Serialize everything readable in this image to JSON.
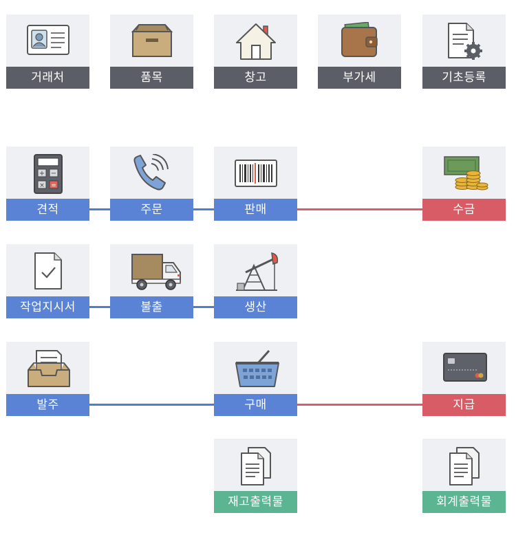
{
  "rows": {
    "master": [
      {
        "label": "거래처",
        "icon": "contact-card-icon"
      },
      {
        "label": "품목",
        "icon": "box-icon"
      },
      {
        "label": "창고",
        "icon": "house-icon"
      },
      {
        "label": "부가세",
        "icon": "wallet-icon"
      },
      {
        "label": "기초등록",
        "icon": "document-gear-icon"
      }
    ],
    "sales": [
      {
        "label": "견적",
        "icon": "calculator-icon"
      },
      {
        "label": "주문",
        "icon": "phone-icon"
      },
      {
        "label": "판매",
        "icon": "barcode-icon"
      },
      {
        "label": "수금",
        "icon": "cash-coins-icon"
      }
    ],
    "production": [
      {
        "label": "작업지시서",
        "icon": "checked-document-icon"
      },
      {
        "label": "불출",
        "icon": "truck-icon"
      },
      {
        "label": "생산",
        "icon": "oil-pump-icon"
      }
    ],
    "purchase": [
      {
        "label": "발주",
        "icon": "inbox-tray-icon"
      },
      {
        "label": "구매",
        "icon": "basket-icon"
      },
      {
        "label": "지급",
        "icon": "credit-card-icon"
      }
    ],
    "reports": [
      {
        "label": "재고출력물",
        "icon": "documents-icon"
      },
      {
        "label": "회계출력물",
        "icon": "documents-icon"
      }
    ]
  },
  "colors": {
    "master_label": "#5b5e66",
    "flow_label": "#5a83d6",
    "money_label": "#d75c66",
    "report_label": "#5cb592",
    "tile_bg": "#eff0f4",
    "blue_line": "#4f7cd3",
    "red_line": "#d45e69"
  }
}
